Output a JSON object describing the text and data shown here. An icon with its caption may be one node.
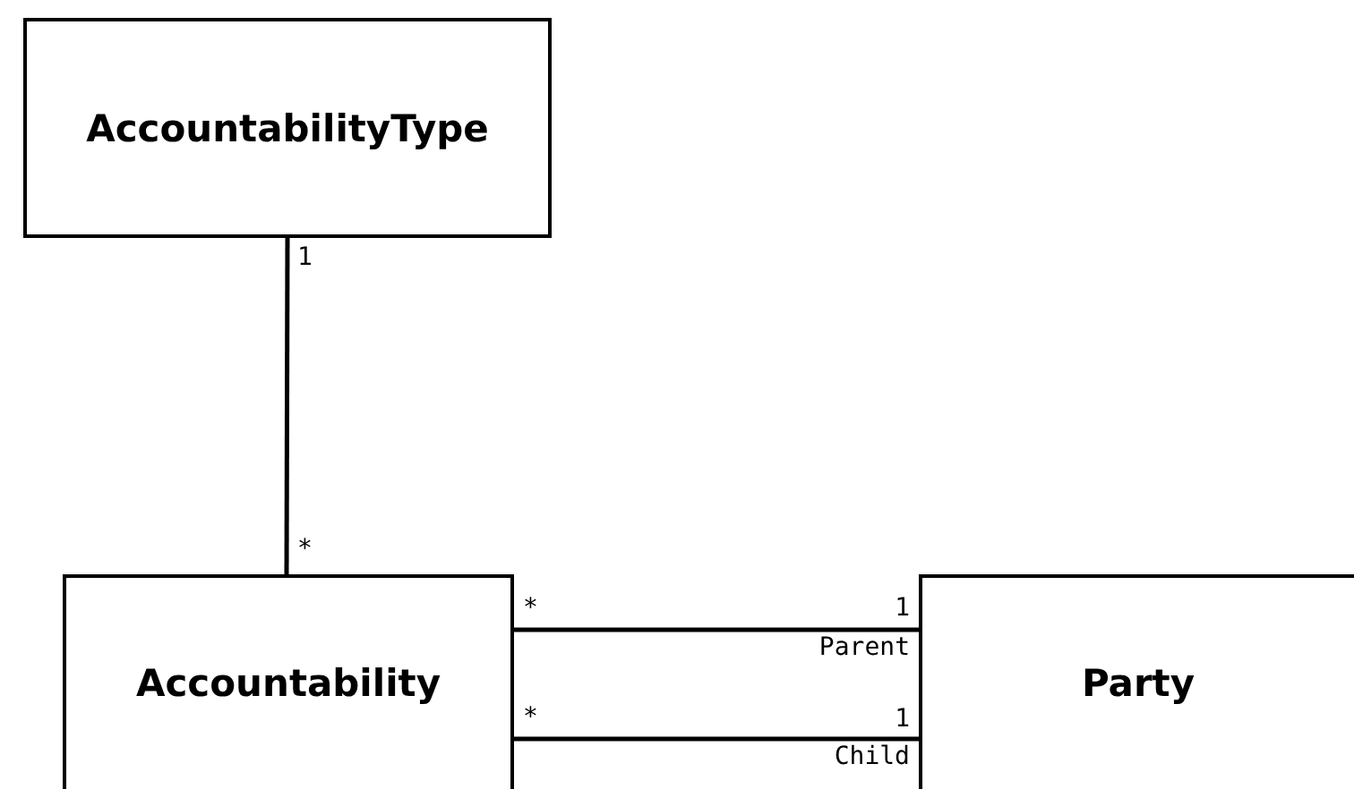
{
  "diagram": {
    "nodes": [
      {
        "text": [
          "AccountabilityType"
        ]
      },
      {
        "text": [
          "Accountability"
        ]
      },
      {
        "text": [
          "Party"
        ]
      }
    ],
    "edges": [
      {
        "from": 0,
        "to": 1,
        "arrow": "none"
      },
      {
        "from": 1,
        "to": 2,
        "arrow": "none"
      },
      {
        "from": 1,
        "to": 2,
        "arrow": "none"
      }
    ],
    "labels": [
      "1",
      "*",
      "*",
      "1",
      "Parent",
      "*",
      "1",
      "Child"
    ]
  }
}
